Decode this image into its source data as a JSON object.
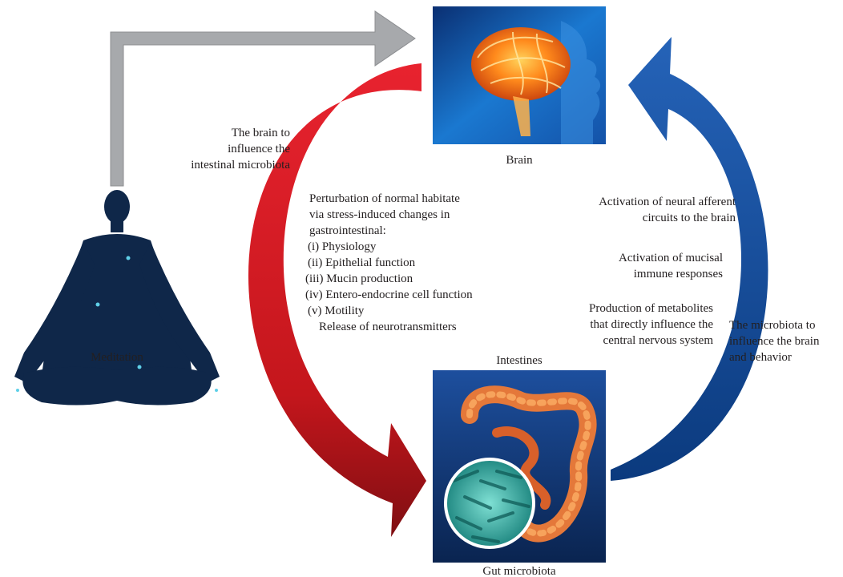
{
  "nodes": {
    "brain": {
      "label": "Brain"
    },
    "meditation": {
      "label": "Meditation"
    },
    "intestines": {
      "label": "Intestines"
    },
    "gut_microbiota": {
      "label": "Gut microbiota"
    }
  },
  "annotations": {
    "brain_to_microbiota": [
      "The brain to",
      "influence the",
      "intestinal microbiota"
    ],
    "microbiota_to_brain": [
      "The microbiota to",
      "influence the brain",
      "and behavior"
    ]
  },
  "top_down_effects": {
    "intro": [
      "Perturbation of normal habitate",
      "via stress-induced changes in",
      "gastrointestinal:"
    ],
    "items": [
      "(i)  Physiology",
      "(ii)  Epithelial function",
      "(iii)  Mucin production",
      "(iv)  Entero-endocrine cell function",
      "(v)  Motility"
    ],
    "footer": "Release of neurotransmitters"
  },
  "bottom_up_effects": {
    "afferent": [
      "Activation of neural afferent",
      "circuits to the brain"
    ],
    "immune": [
      "Activation of mucisal",
      "immune responses"
    ],
    "metabolites": [
      "Production of metabolites",
      "that directly influence the",
      "central nervous system"
    ]
  },
  "colors": {
    "gray_arrow": "#a7a9ac",
    "red_arrow": "#d0202e",
    "blue_arrow": "#1b4f9c",
    "silhouette": "#0f2749",
    "brain_bg": "#1e6fc0",
    "brain_glow": "#f58220"
  }
}
